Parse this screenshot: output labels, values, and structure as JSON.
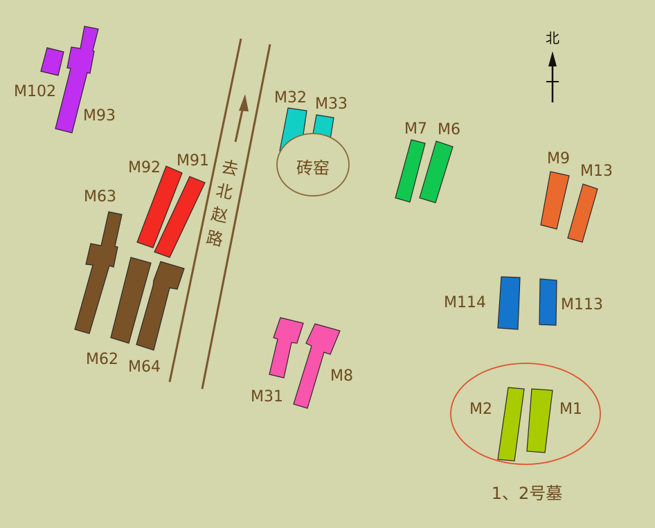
{
  "road": {
    "label_chars": [
      "去",
      "北",
      "赵",
      "路"
    ]
  },
  "north": {
    "label": "北"
  },
  "kiln": {
    "label": "砖窑"
  },
  "highlight": {
    "caption": "1、2号墓"
  },
  "colors": {
    "background": "#d4d6ab",
    "road": "#7a5630",
    "text": "#6b4a1e",
    "highlight_ring": "#e0532e",
    "purple": "#c02ef0",
    "red": "#f22a22",
    "brown": "#7a5228",
    "cyan": "#12cfc6",
    "green": "#12c74f",
    "orange": "#ea6a2e",
    "blue": "#1575cc",
    "pink": "#f955ad",
    "lime": "#a8cc00"
  },
  "tombs": [
    {
      "id": "M102",
      "color": "purple"
    },
    {
      "id": "M93",
      "color": "purple"
    },
    {
      "id": "M92",
      "color": "red"
    },
    {
      "id": "M91",
      "color": "red"
    },
    {
      "id": "M63",
      "color": "brown"
    },
    {
      "id": "M62",
      "color": "brown"
    },
    {
      "id": "M64",
      "color": "brown"
    },
    {
      "id": "M32",
      "color": "cyan"
    },
    {
      "id": "M33",
      "color": "cyan"
    },
    {
      "id": "M7",
      "color": "green"
    },
    {
      "id": "M6",
      "color": "green"
    },
    {
      "id": "M9",
      "color": "orange"
    },
    {
      "id": "M13",
      "color": "orange"
    },
    {
      "id": "M114",
      "color": "blue"
    },
    {
      "id": "M113",
      "color": "blue"
    },
    {
      "id": "M31",
      "color": "pink"
    },
    {
      "id": "M8",
      "color": "pink"
    },
    {
      "id": "M2",
      "color": "lime"
    },
    {
      "id": "M1",
      "color": "lime"
    }
  ]
}
